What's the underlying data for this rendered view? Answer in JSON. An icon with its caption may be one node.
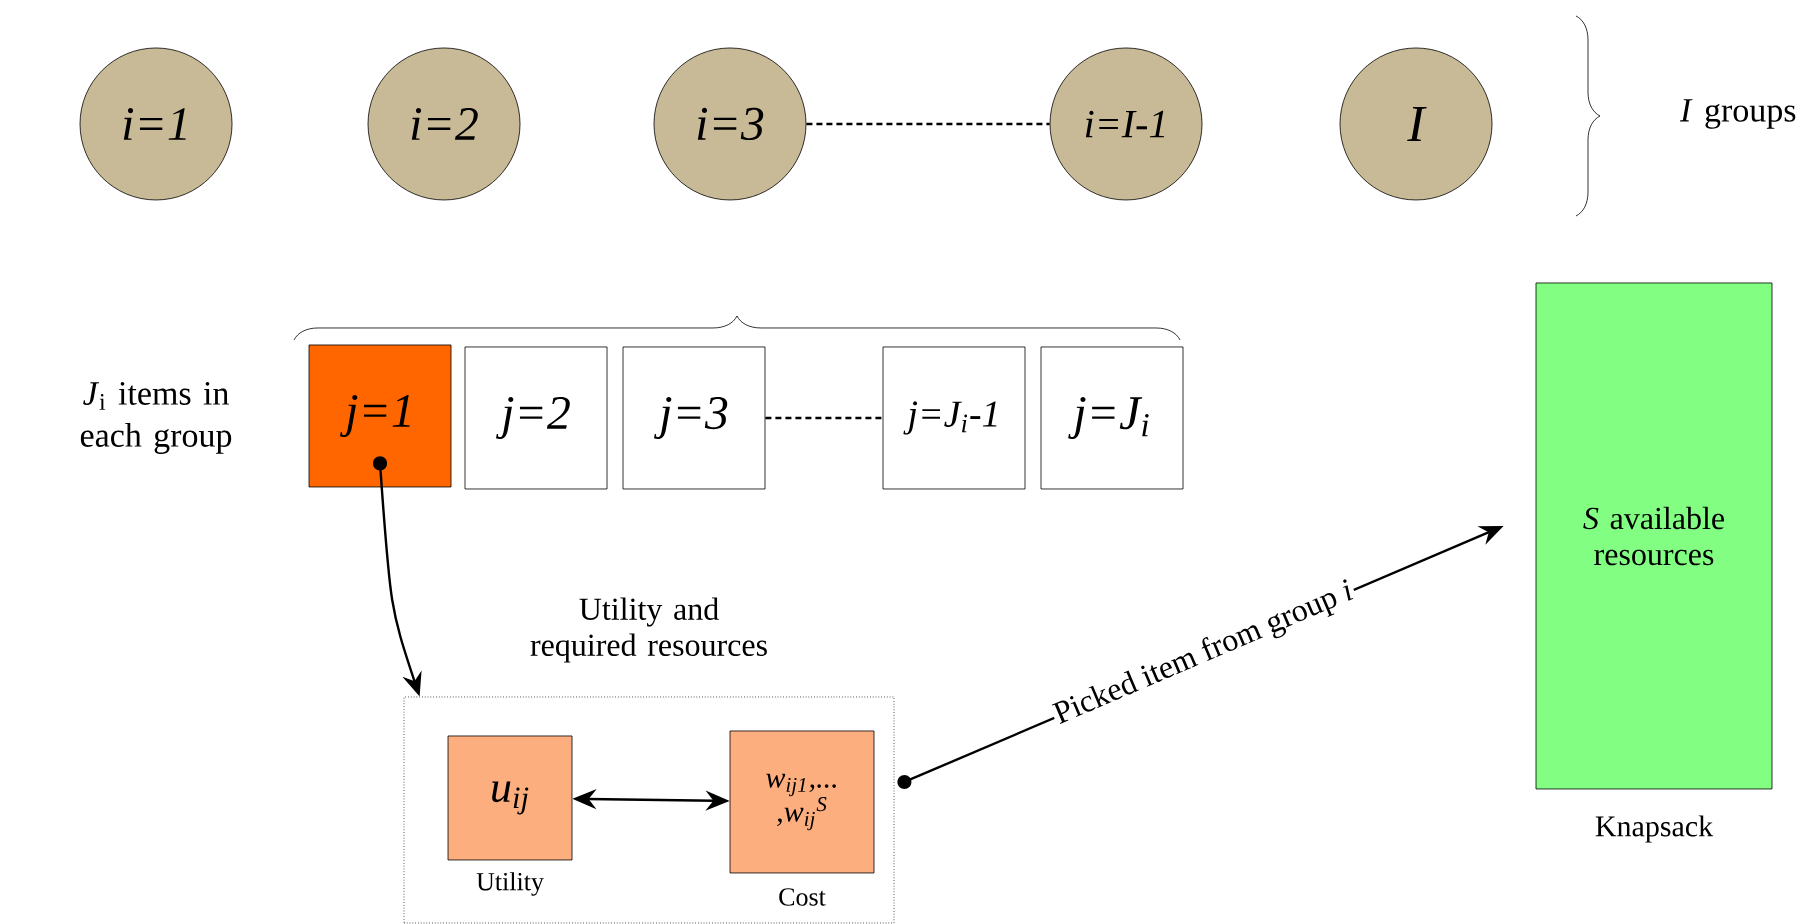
{
  "diagram": {
    "nodes": [
      {
        "text": [
          "i=1"
        ]
      },
      {
        "text": [
          "i=2"
        ]
      },
      {
        "text": [
          "i=3"
        ]
      },
      {
        "text": [
          "i=I-1"
        ]
      },
      {
        "text": [
          "I"
        ]
      },
      {
        "text": [
          "j=1"
        ]
      },
      {
        "text": [
          "j=2"
        ]
      },
      {
        "text": [
          "j=3"
        ]
      },
      {
        "text": [
          "j=J$_{i}$-1"
        ]
      },
      {
        "text": [
          "j=J$_{i}$"
        ]
      },
      {
        "text": [
          "Utility and required resources"
        ]
      },
      {
        "text": [
          "u$_{ij}$"
        ],
        "beside": [
          "Utility"
        ],
        "in": 10
      },
      {
        "text": [
          "w$_{ij1}$,... ,w$_{ij}$$^{S}$"
        ],
        "beside": [
          "Cost"
        ],
        "in": 10
      },
      {
        "text": [
          "*S* available resources"
        ],
        "beside": [
          "Knapsack"
        ]
      }
    ],
    "edges": [
      {
        "from": 2,
        "to": 3,
        "arrow": "none",
        "style": "dashed"
      },
      {
        "from": 7,
        "to": 8,
        "arrow": "none",
        "style": "dashed"
      },
      {
        "from": 5,
        "to": 10,
        "arrow": "to"
      },
      {
        "from": 11,
        "to": 12,
        "arrow": "both"
      },
      {
        "from": 10,
        "to": 13,
        "arrow": "to",
        "label": "Picked item from group *i*"
      }
    ],
    "labels": [
      "*I* groups",
      "*J*$_{i}$ items in each group"
    ]
  }
}
